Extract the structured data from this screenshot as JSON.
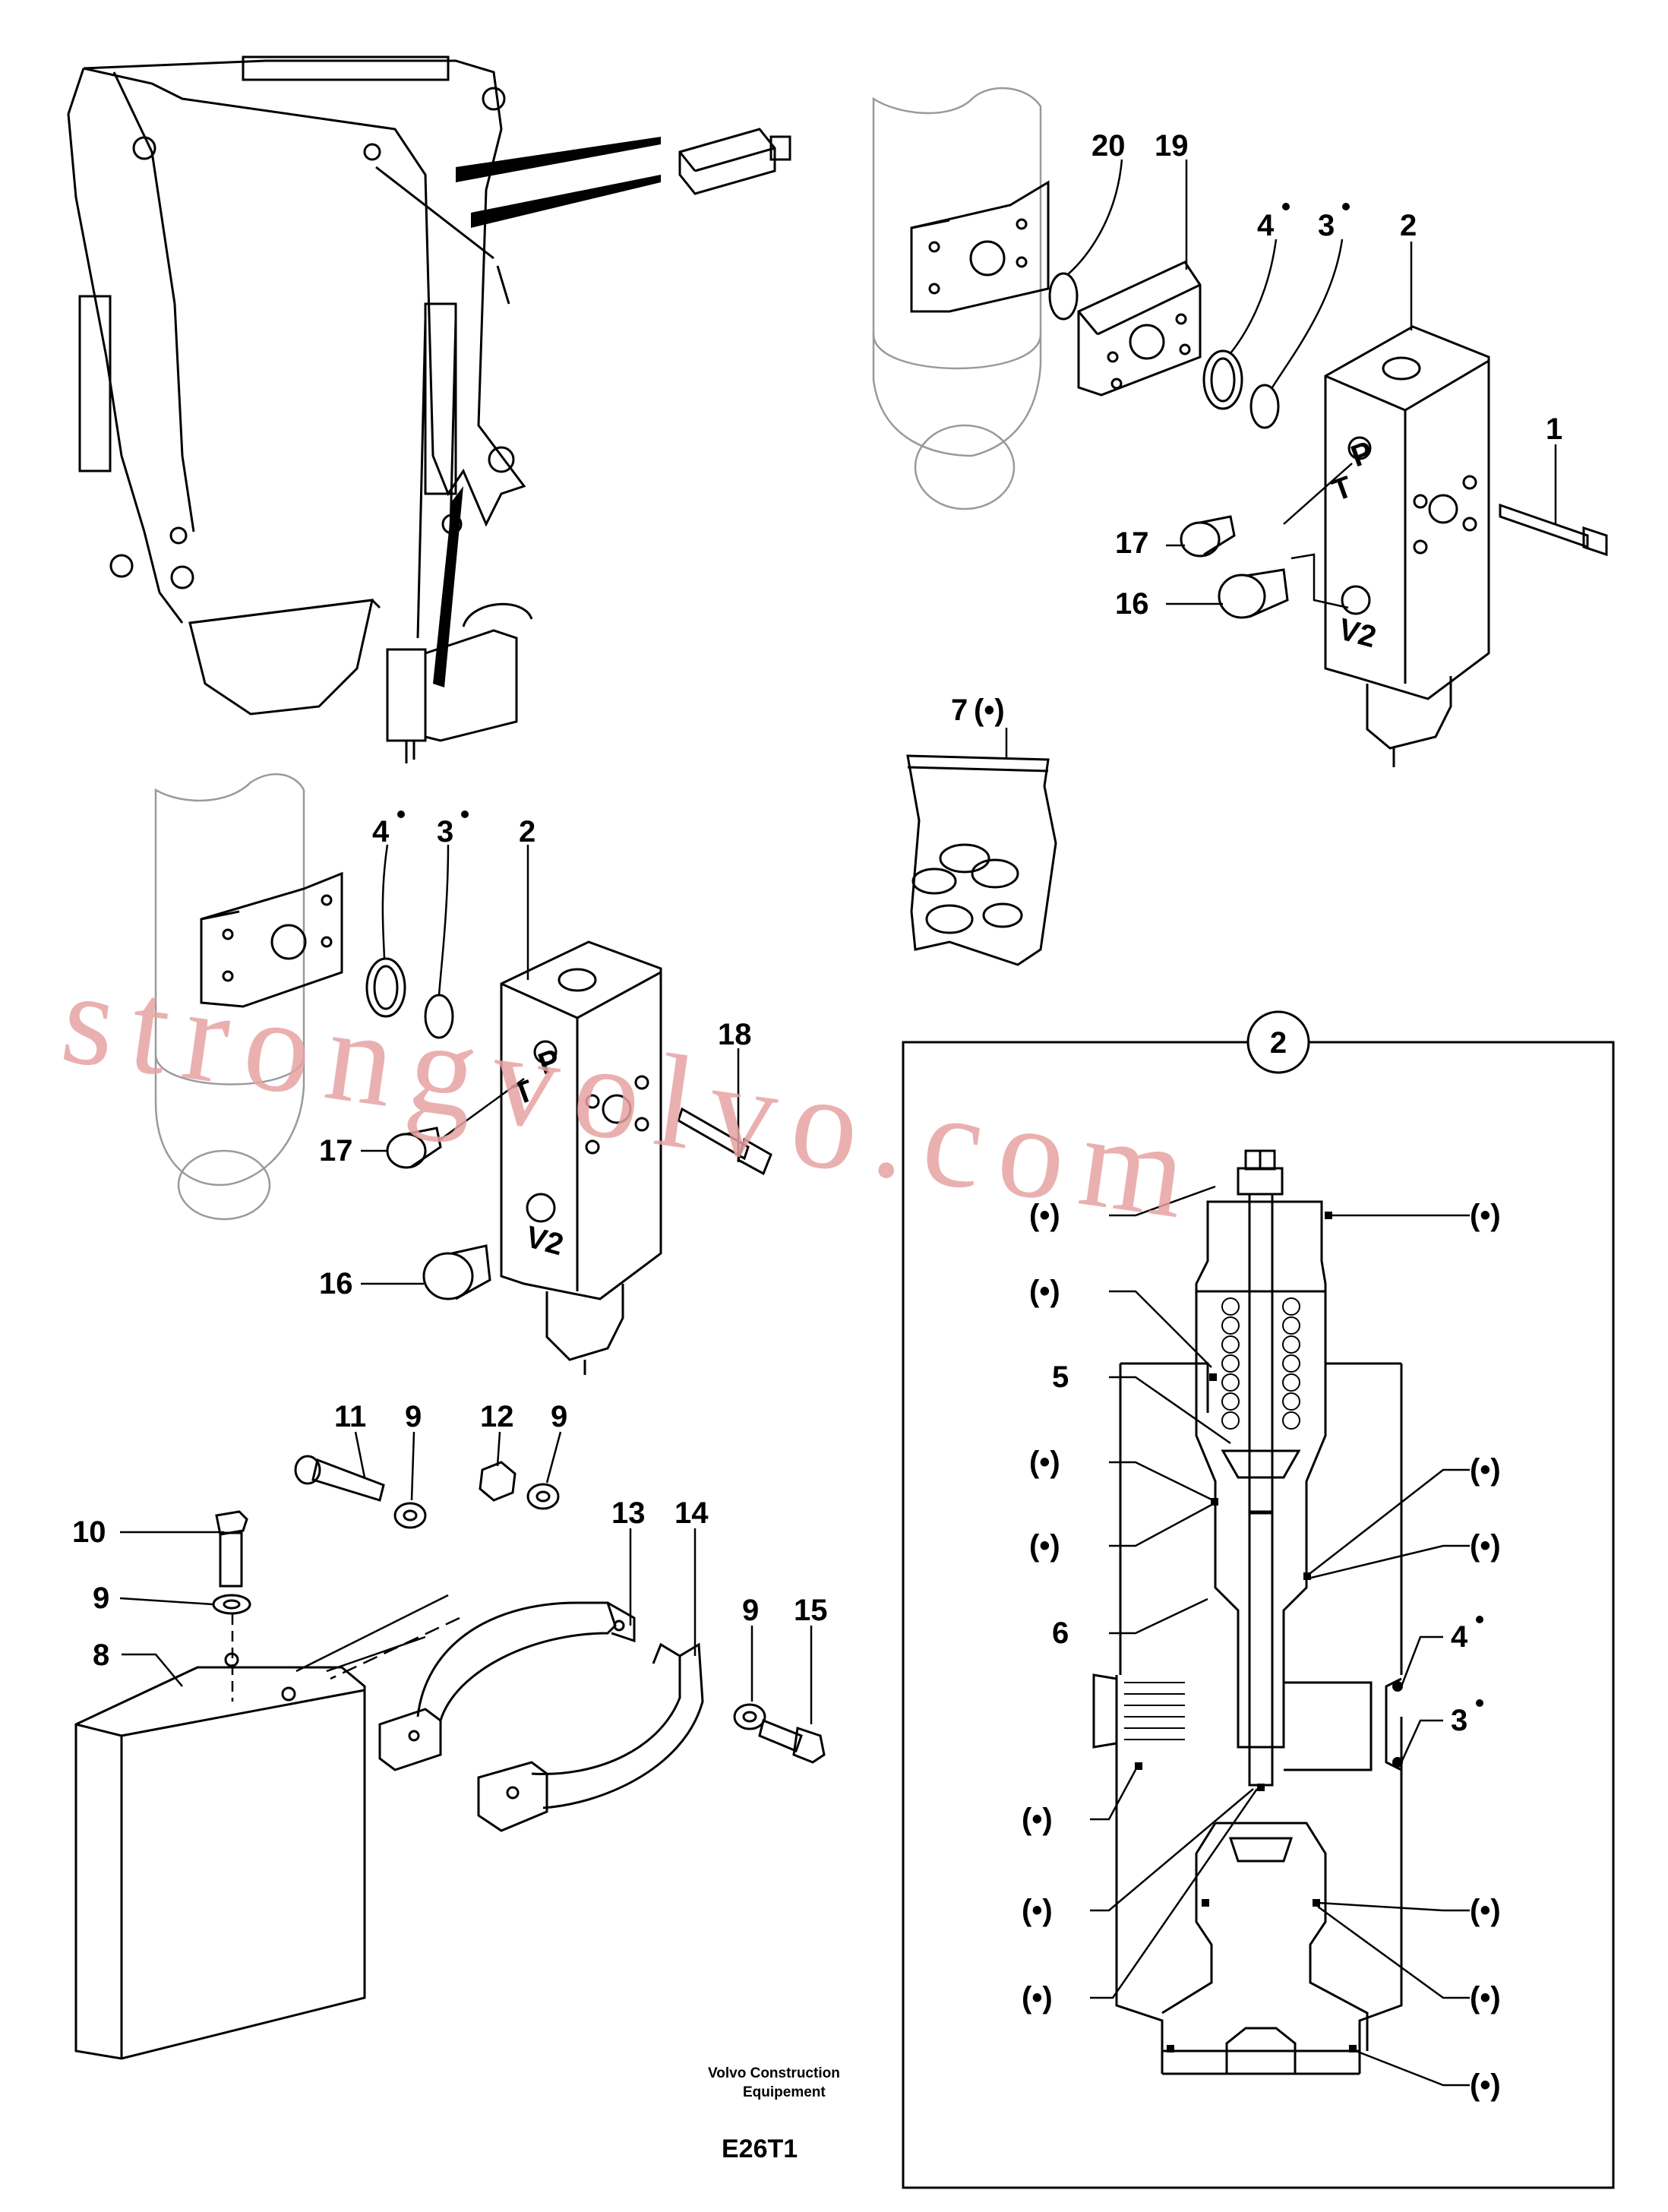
{
  "callouts": {
    "c20": "20",
    "c19": "19",
    "c4a": "4",
    "c3a": "3",
    "c2a": "2",
    "c1": "1",
    "c17a": "17",
    "c16a": "16",
    "c7": "7",
    "c7b": "(•)",
    "c4b": "4",
    "c3b": "3",
    "c2b": "2",
    "c18": "18",
    "c17b": "17",
    "c16b": "16",
    "c11": "11",
    "c9a": "9",
    "c12": "12",
    "c9b": "9",
    "c13": "13",
    "c14": "14",
    "c10": "10",
    "c9c": "9",
    "c8": "8",
    "c9d": "9",
    "c15": "15",
    "detail": "2",
    "c5": "5",
    "c6": "6",
    "c4d": "4",
    "c3d": "3",
    "kit": "(•)"
  },
  "port_marks": {
    "p": "P",
    "t": "T",
    "v2": "V2"
  },
  "watermark": "strongvolvo.com",
  "footer": {
    "line1": "Volvo Construction",
    "line2": "Equipement",
    "code": "E26T1"
  }
}
